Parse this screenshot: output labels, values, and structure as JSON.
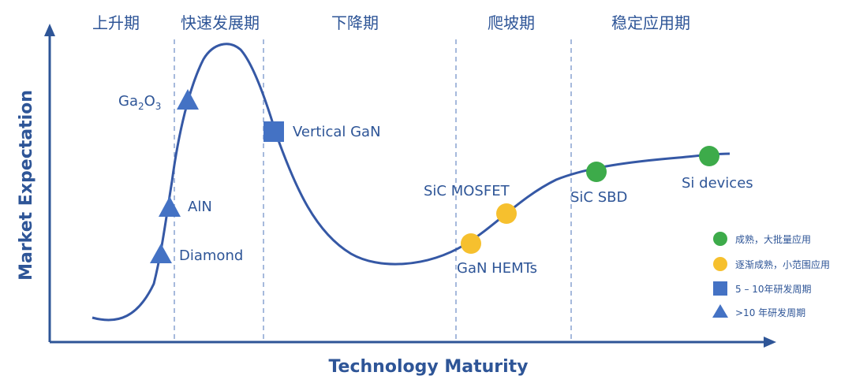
{
  "colors": {
    "primary": "#2e5597",
    "curve": "#3558a5",
    "marker_blue": "#4472c4",
    "green": "#3dab4a",
    "yellow": "#f6c02e",
    "divider": "#6c8bc4"
  },
  "phases": [
    "上升期",
    "快速发展期",
    "下降期",
    "爬坡期",
    "稳定应用期"
  ],
  "axes": {
    "x_title": "Technology Maturity",
    "y_title": "Market Expectation"
  },
  "points": {
    "ga2o3": {
      "base": "Ga",
      "sub1": "2",
      "mid": "O",
      "sub2": "3",
      "marker": "triangle"
    },
    "aln": {
      "label": "AlN",
      "marker": "triangle"
    },
    "diamond": {
      "label": "Diamond",
      "marker": "triangle"
    },
    "vertical_gan": {
      "label": "Vertical GaN",
      "marker": "square"
    },
    "sic_mosfet": {
      "label": "SiC MOSFET",
      "marker": "yellow-circle"
    },
    "gan_hemts": {
      "label": "GaN HEMTs",
      "marker": "yellow-circle"
    },
    "sic_sbd": {
      "label": "SiC SBD",
      "marker": "green-circle"
    },
    "si_devices": {
      "label": "Si devices",
      "marker": "green-circle"
    }
  },
  "legend": [
    {
      "marker": "green-circle",
      "label": "成熟，大批量应用"
    },
    {
      "marker": "yellow-circle",
      "label": "逐渐成熟，小范围应用"
    },
    {
      "marker": "square",
      "label": "5 – 10年研发周期"
    },
    {
      "marker": "triangle",
      "label": ">10 年研发周期"
    }
  ]
}
